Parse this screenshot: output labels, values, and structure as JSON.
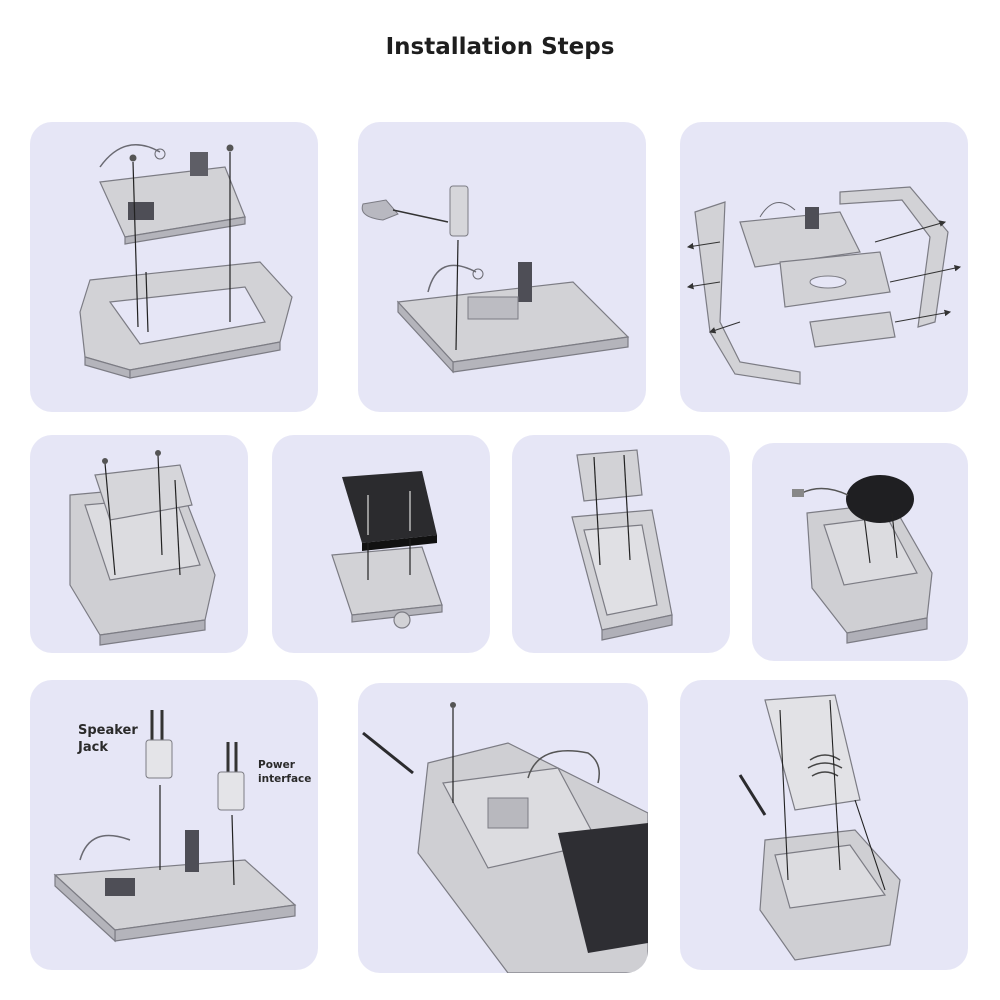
{
  "title": "Installation Steps",
  "steps": [
    {
      "name": "step-1"
    },
    {
      "name": "step-2"
    },
    {
      "name": "step-3"
    },
    {
      "name": "step-4"
    },
    {
      "name": "step-5"
    },
    {
      "name": "step-6"
    },
    {
      "name": "step-7"
    },
    {
      "name": "step-8",
      "labels": {
        "speaker_jack": "Speaker\nJack",
        "power_interface": "Power\ninterface"
      }
    },
    {
      "name": "step-9"
    },
    {
      "name": "step-10"
    }
  ],
  "colors": {
    "panel_bg": "#e6e6f6",
    "wood": "#cfcfd2",
    "wood_edge": "#8c8c94",
    "dark": "#2b2b2e",
    "page_bg": "#ffffff"
  }
}
